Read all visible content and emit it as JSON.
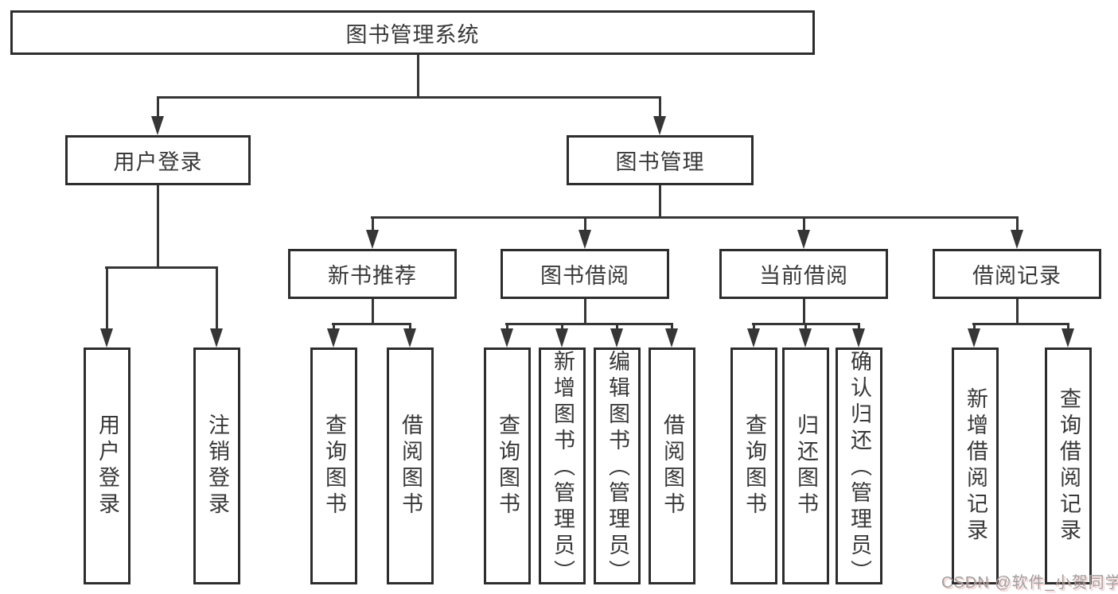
{
  "tree": {
    "root": {
      "label": "图书管理系统"
    },
    "branches": [
      {
        "label": "用户登录",
        "children": [
          {
            "label": "用户登录"
          },
          {
            "label": "注销登录"
          }
        ]
      },
      {
        "label": "图书管理",
        "groups": [
          {
            "label": "新书推荐",
            "children": [
              {
                "label": "查询图书"
              },
              {
                "label": "借阅图书"
              }
            ]
          },
          {
            "label": "图书借阅",
            "children": [
              {
                "label": "查询图书"
              },
              {
                "label": "新增图书（管理员）"
              },
              {
                "label": "编辑图书（管理员）"
              },
              {
                "label": "借阅图书"
              }
            ]
          },
          {
            "label": "当前借阅",
            "children": [
              {
                "label": "查询图书"
              },
              {
                "label": "归还图书"
              },
              {
                "label": "确认归还（管理员）"
              }
            ]
          },
          {
            "label": "借阅记录",
            "children": [
              {
                "label": "新增借阅记录"
              },
              {
                "label": "查询借阅记录"
              }
            ]
          }
        ]
      }
    ]
  },
  "watermark": {
    "text": "CSDN @软件_小贺同学"
  },
  "colors": {
    "background": "#ffffff",
    "border": "#2d2d2d",
    "line": "#363636",
    "text": "#383838",
    "watermark_text": "#9f9f9f",
    "watermark_shadow": "#f0aaaa"
  }
}
